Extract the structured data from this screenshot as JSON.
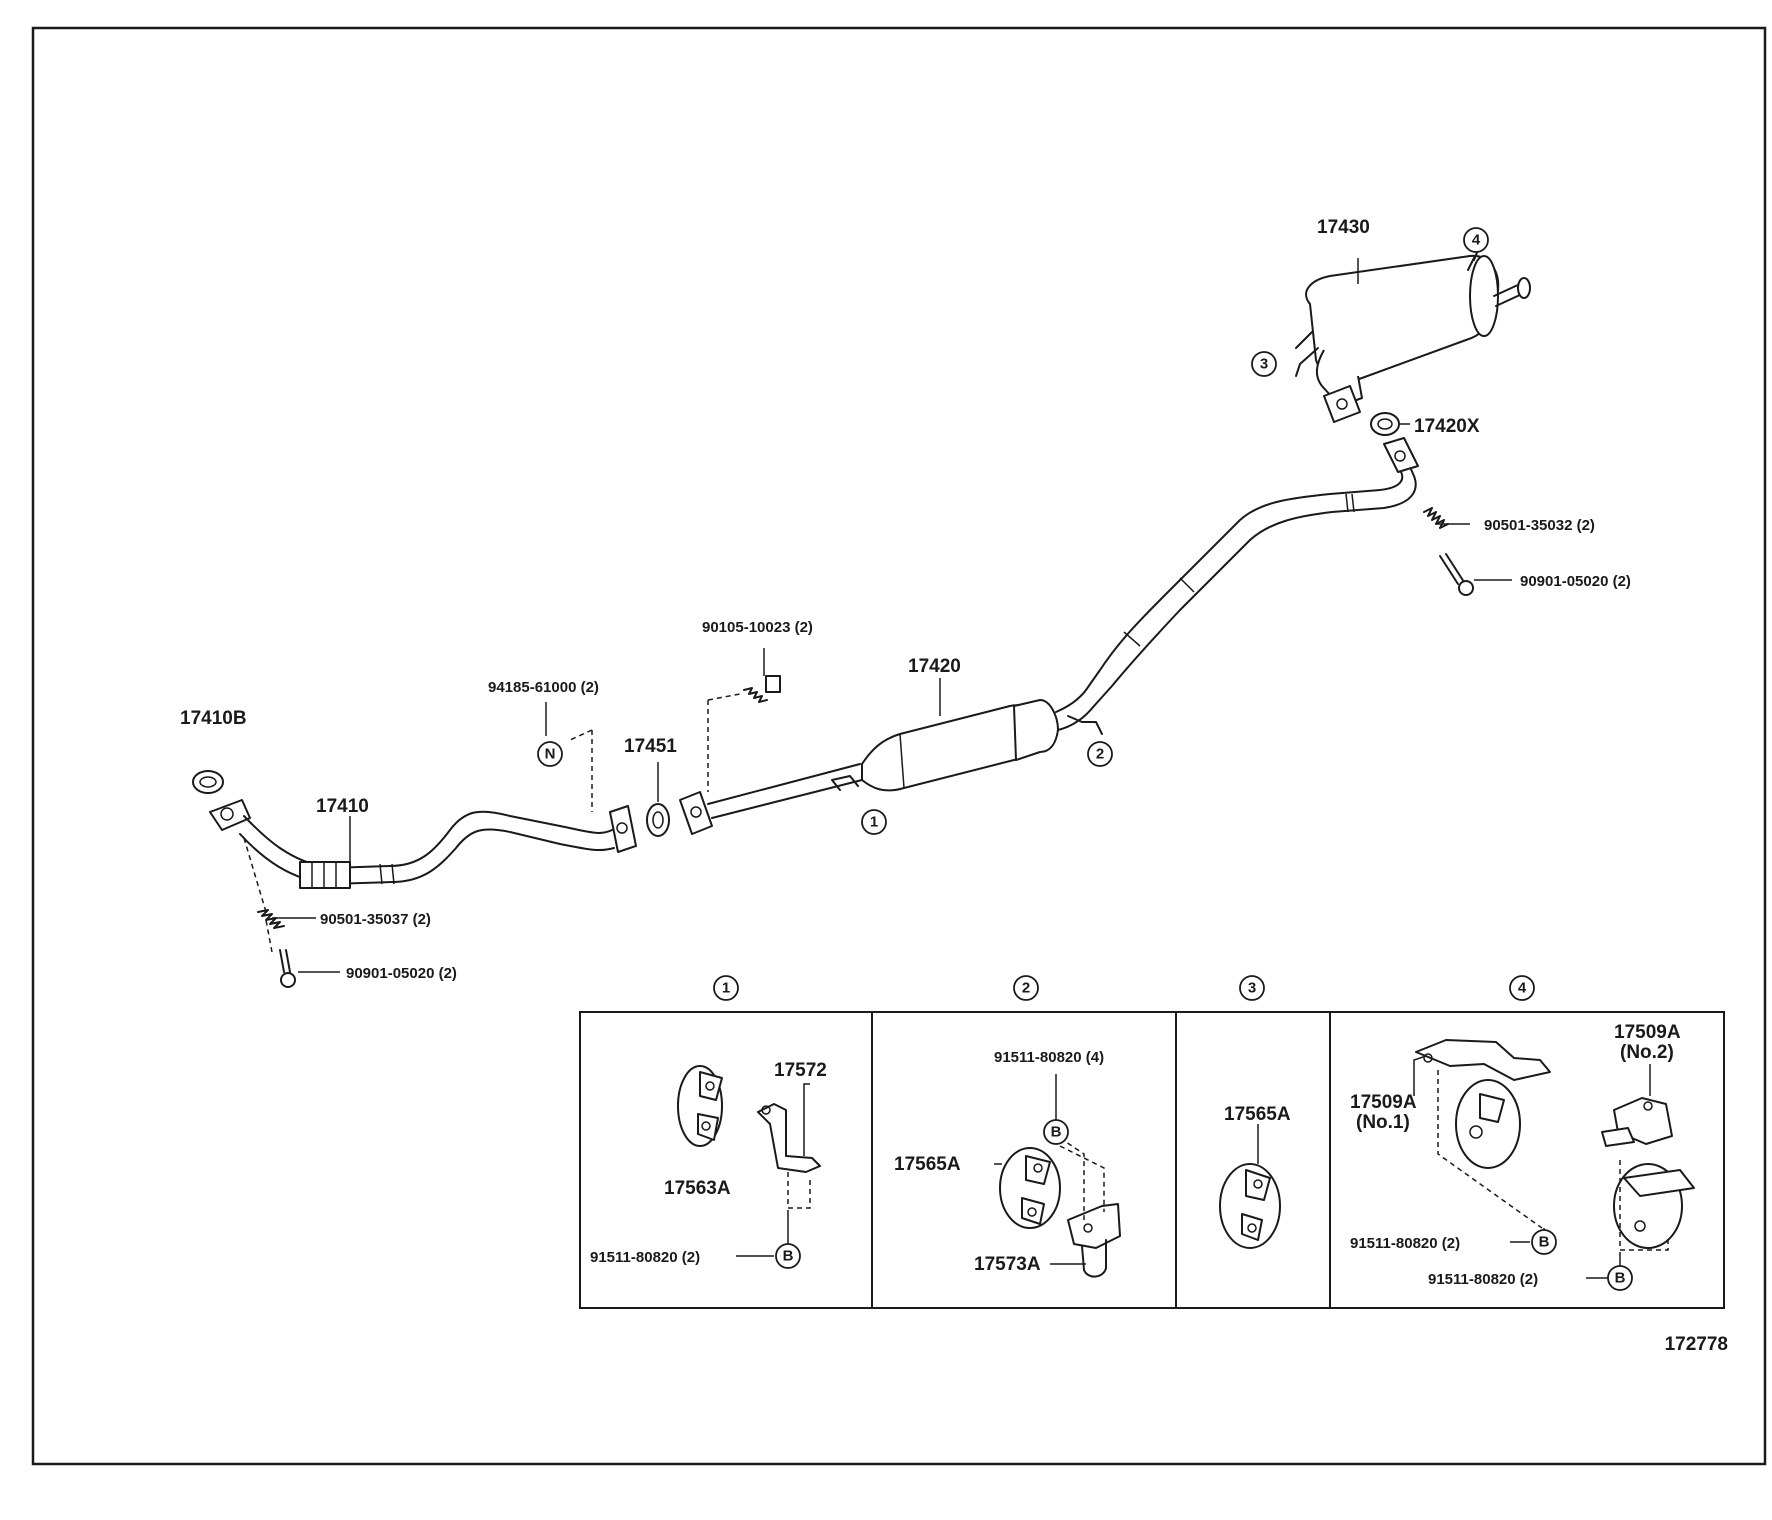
{
  "diagram_id": "172778",
  "labels": {
    "p17430": "17430",
    "p17420x": "17420X",
    "p17420": "17420",
    "p17410": "17410",
    "p17410b": "17410B",
    "p17451": "17451",
    "p90105": "90105-10023 (2)",
    "p94185": "94185-61000 (2)",
    "p90501_35032": "90501-35032 (2)",
    "p90901_upper": "90901-05020 (2)",
    "p90501_35037": "90501-35037 (2)",
    "p90901_lower": "90901-05020 (2)"
  },
  "callouts": {
    "c1": "1",
    "c2": "2",
    "c3": "3",
    "c4": "4",
    "n": "N",
    "b": "B"
  },
  "details": {
    "d1": {
      "title": "1",
      "p17572": "17572",
      "p17563a": "17563A",
      "bolt": "91511-80820 (2)"
    },
    "d2": {
      "title": "2",
      "bolt": "91511-80820 (4)",
      "p17565a": "17565A",
      "p17573a": "17573A"
    },
    "d3": {
      "title": "3",
      "p17565a": "17565A"
    },
    "d4": {
      "title": "4",
      "p17509a_no1": "17509A",
      "no1": "(No.1)",
      "p17509a_no2": "17509A",
      "no2": "(No.2)",
      "bolt1": "91511-80820 (2)",
      "bolt2": "91511-80820 (2)"
    }
  }
}
